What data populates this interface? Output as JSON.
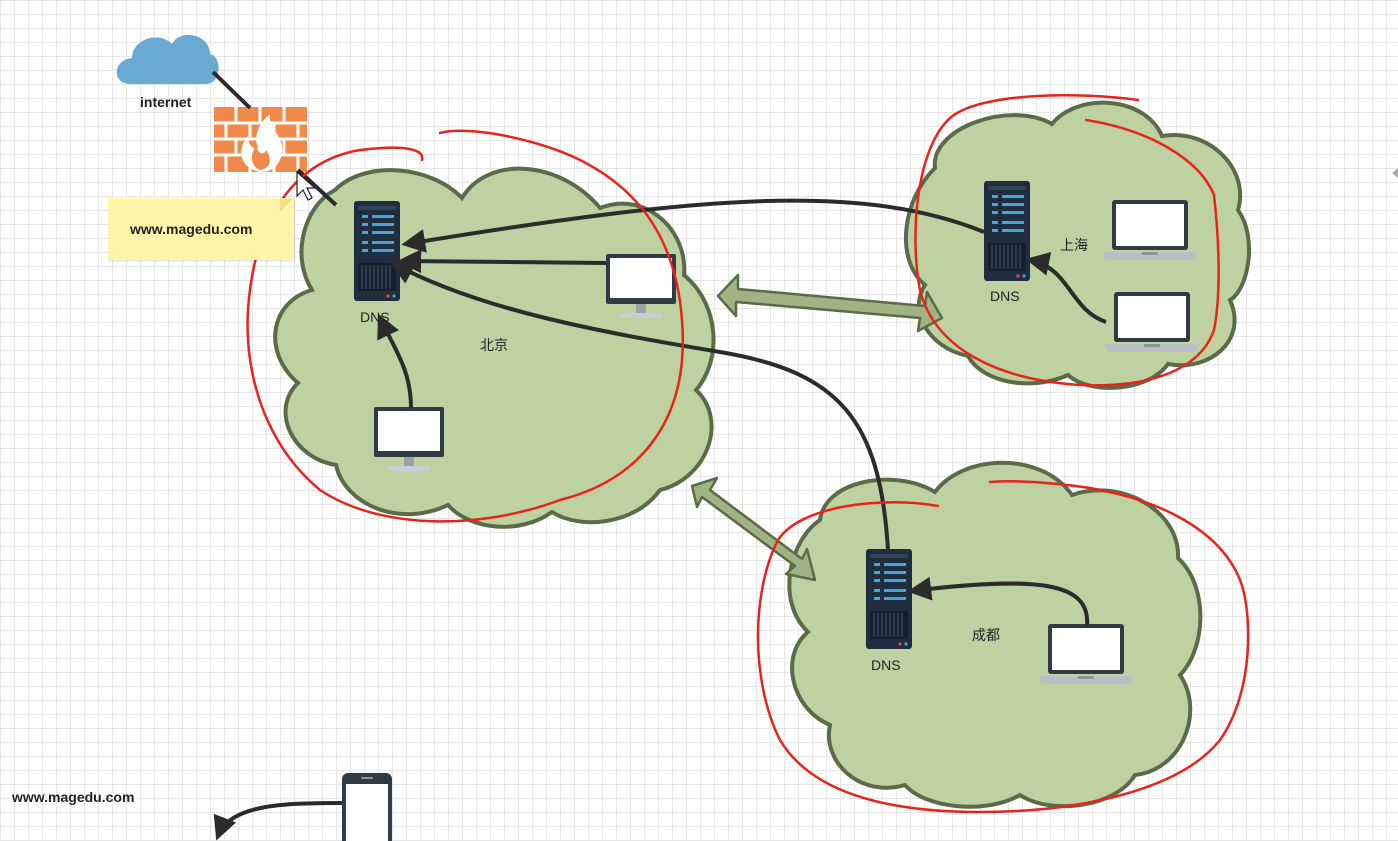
{
  "labels": {
    "internet": "internet",
    "beijing": "北京",
    "shanghai": "上海",
    "chengdu": "成都",
    "dns": "DNS",
    "note": "www.magedu.com",
    "bottom_text": "www.magedu.com"
  },
  "colors": {
    "cloud_fill": "#bdd2a0",
    "cloud_stroke": "#5b6b4a",
    "annotation_red": "#e8231c",
    "arrow": "#2b2b2b",
    "firewall": "#f0894a",
    "internet_cloud": "#6aaad2",
    "server": "#1e2e3e"
  },
  "icons": [
    "internet-cloud-icon",
    "firewall-icon",
    "server-icon",
    "monitor-icon",
    "laptop-icon",
    "phone-icon"
  ]
}
